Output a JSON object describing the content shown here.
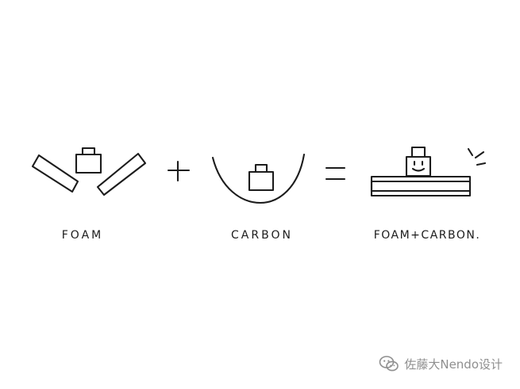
{
  "diagram": {
    "labels": {
      "foam": "FOAM",
      "carbon": "CARBON",
      "combined": "FOAM+CARBON."
    },
    "operators": {
      "plus": "+",
      "equals": "="
    }
  },
  "watermark": {
    "text": "佐藤大Nendo设计",
    "icon": "wechat-icon"
  },
  "colors": {
    "ink": "#1c1c1c",
    "watermark": "#8f8f8f",
    "background": "#ffffff"
  }
}
